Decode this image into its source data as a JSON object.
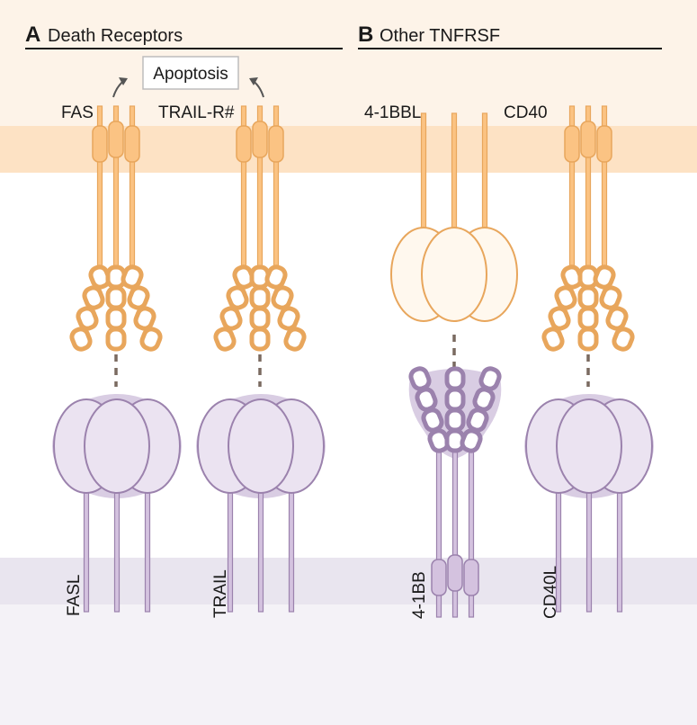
{
  "panels": {
    "a": {
      "letter": "A",
      "title": "Death Receptors"
    },
    "b": {
      "letter": "B",
      "title": "Other TNFRSF"
    }
  },
  "outcome_box": {
    "label": "Apoptosis"
  },
  "top_labels": {
    "fas": "FAS",
    "trail_r": "TRAIL-R#",
    "four_1bbl": "4-1BBL",
    "cd40": "CD40"
  },
  "bottom_labels": {
    "fasl": "FASL",
    "trail": "TRAIL",
    "four_1bb": "4-1BB",
    "cd40l": "CD40L"
  },
  "colors": {
    "upper_cell": "#fdf3e8",
    "upper_membrane": "#fde2c4",
    "lower_cell": "#f4f2f7",
    "lower_membrane": "#e9e5ef",
    "orange_fill": "#fbc383",
    "orange_stroke": "#e8a65c",
    "orange_light_fill": "#fff8ee",
    "purple_fill": "#d4c2df",
    "purple_stroke": "#9b82ad",
    "purple_light_fill": "#ebe3f1",
    "purple_halo": "#d9cde3",
    "arrow": "#555555",
    "connector": "#7a6a60"
  }
}
